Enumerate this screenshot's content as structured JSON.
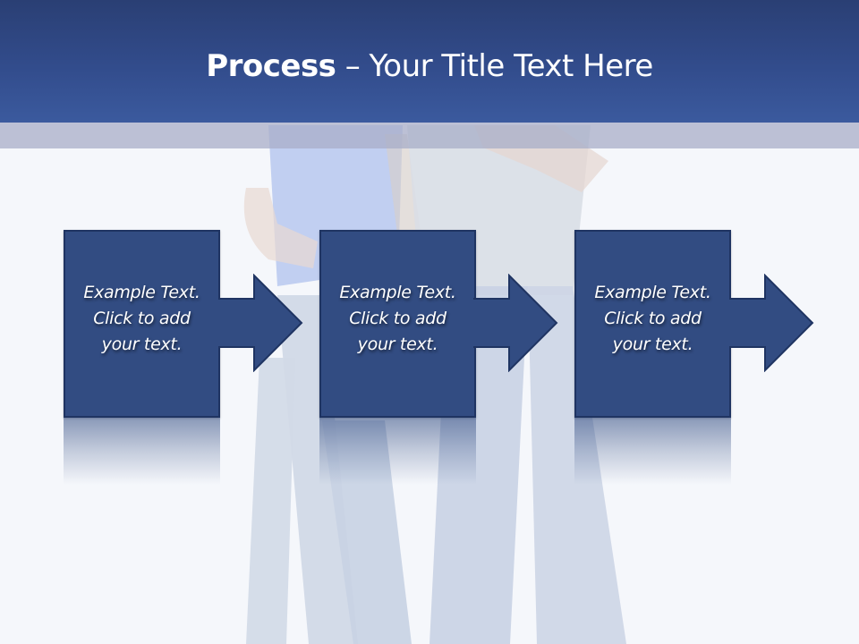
{
  "slide": {
    "title_bold": "Process",
    "title_rest": " – Your Title Text Here",
    "colors": {
      "header_top": "#2a3f74",
      "header_bottom": "#3b5a9e",
      "band": "#a8aec8",
      "box_fill": "#324c82",
      "box_border": "#1f3462",
      "background": "#f5f7fb"
    }
  },
  "process": {
    "steps": [
      {
        "line1": "Example Text.",
        "line2": "Click  to add",
        "line3": "your text."
      },
      {
        "line1": "Example Text.",
        "line2": "Click  to add",
        "line3": "your text."
      },
      {
        "line1": "Example Text.",
        "line2": "Click  to add",
        "line3": "your text."
      }
    ],
    "connector_icon": "right-arrow-icon"
  },
  "background_image": "faded-photo-couple-in-jeans"
}
